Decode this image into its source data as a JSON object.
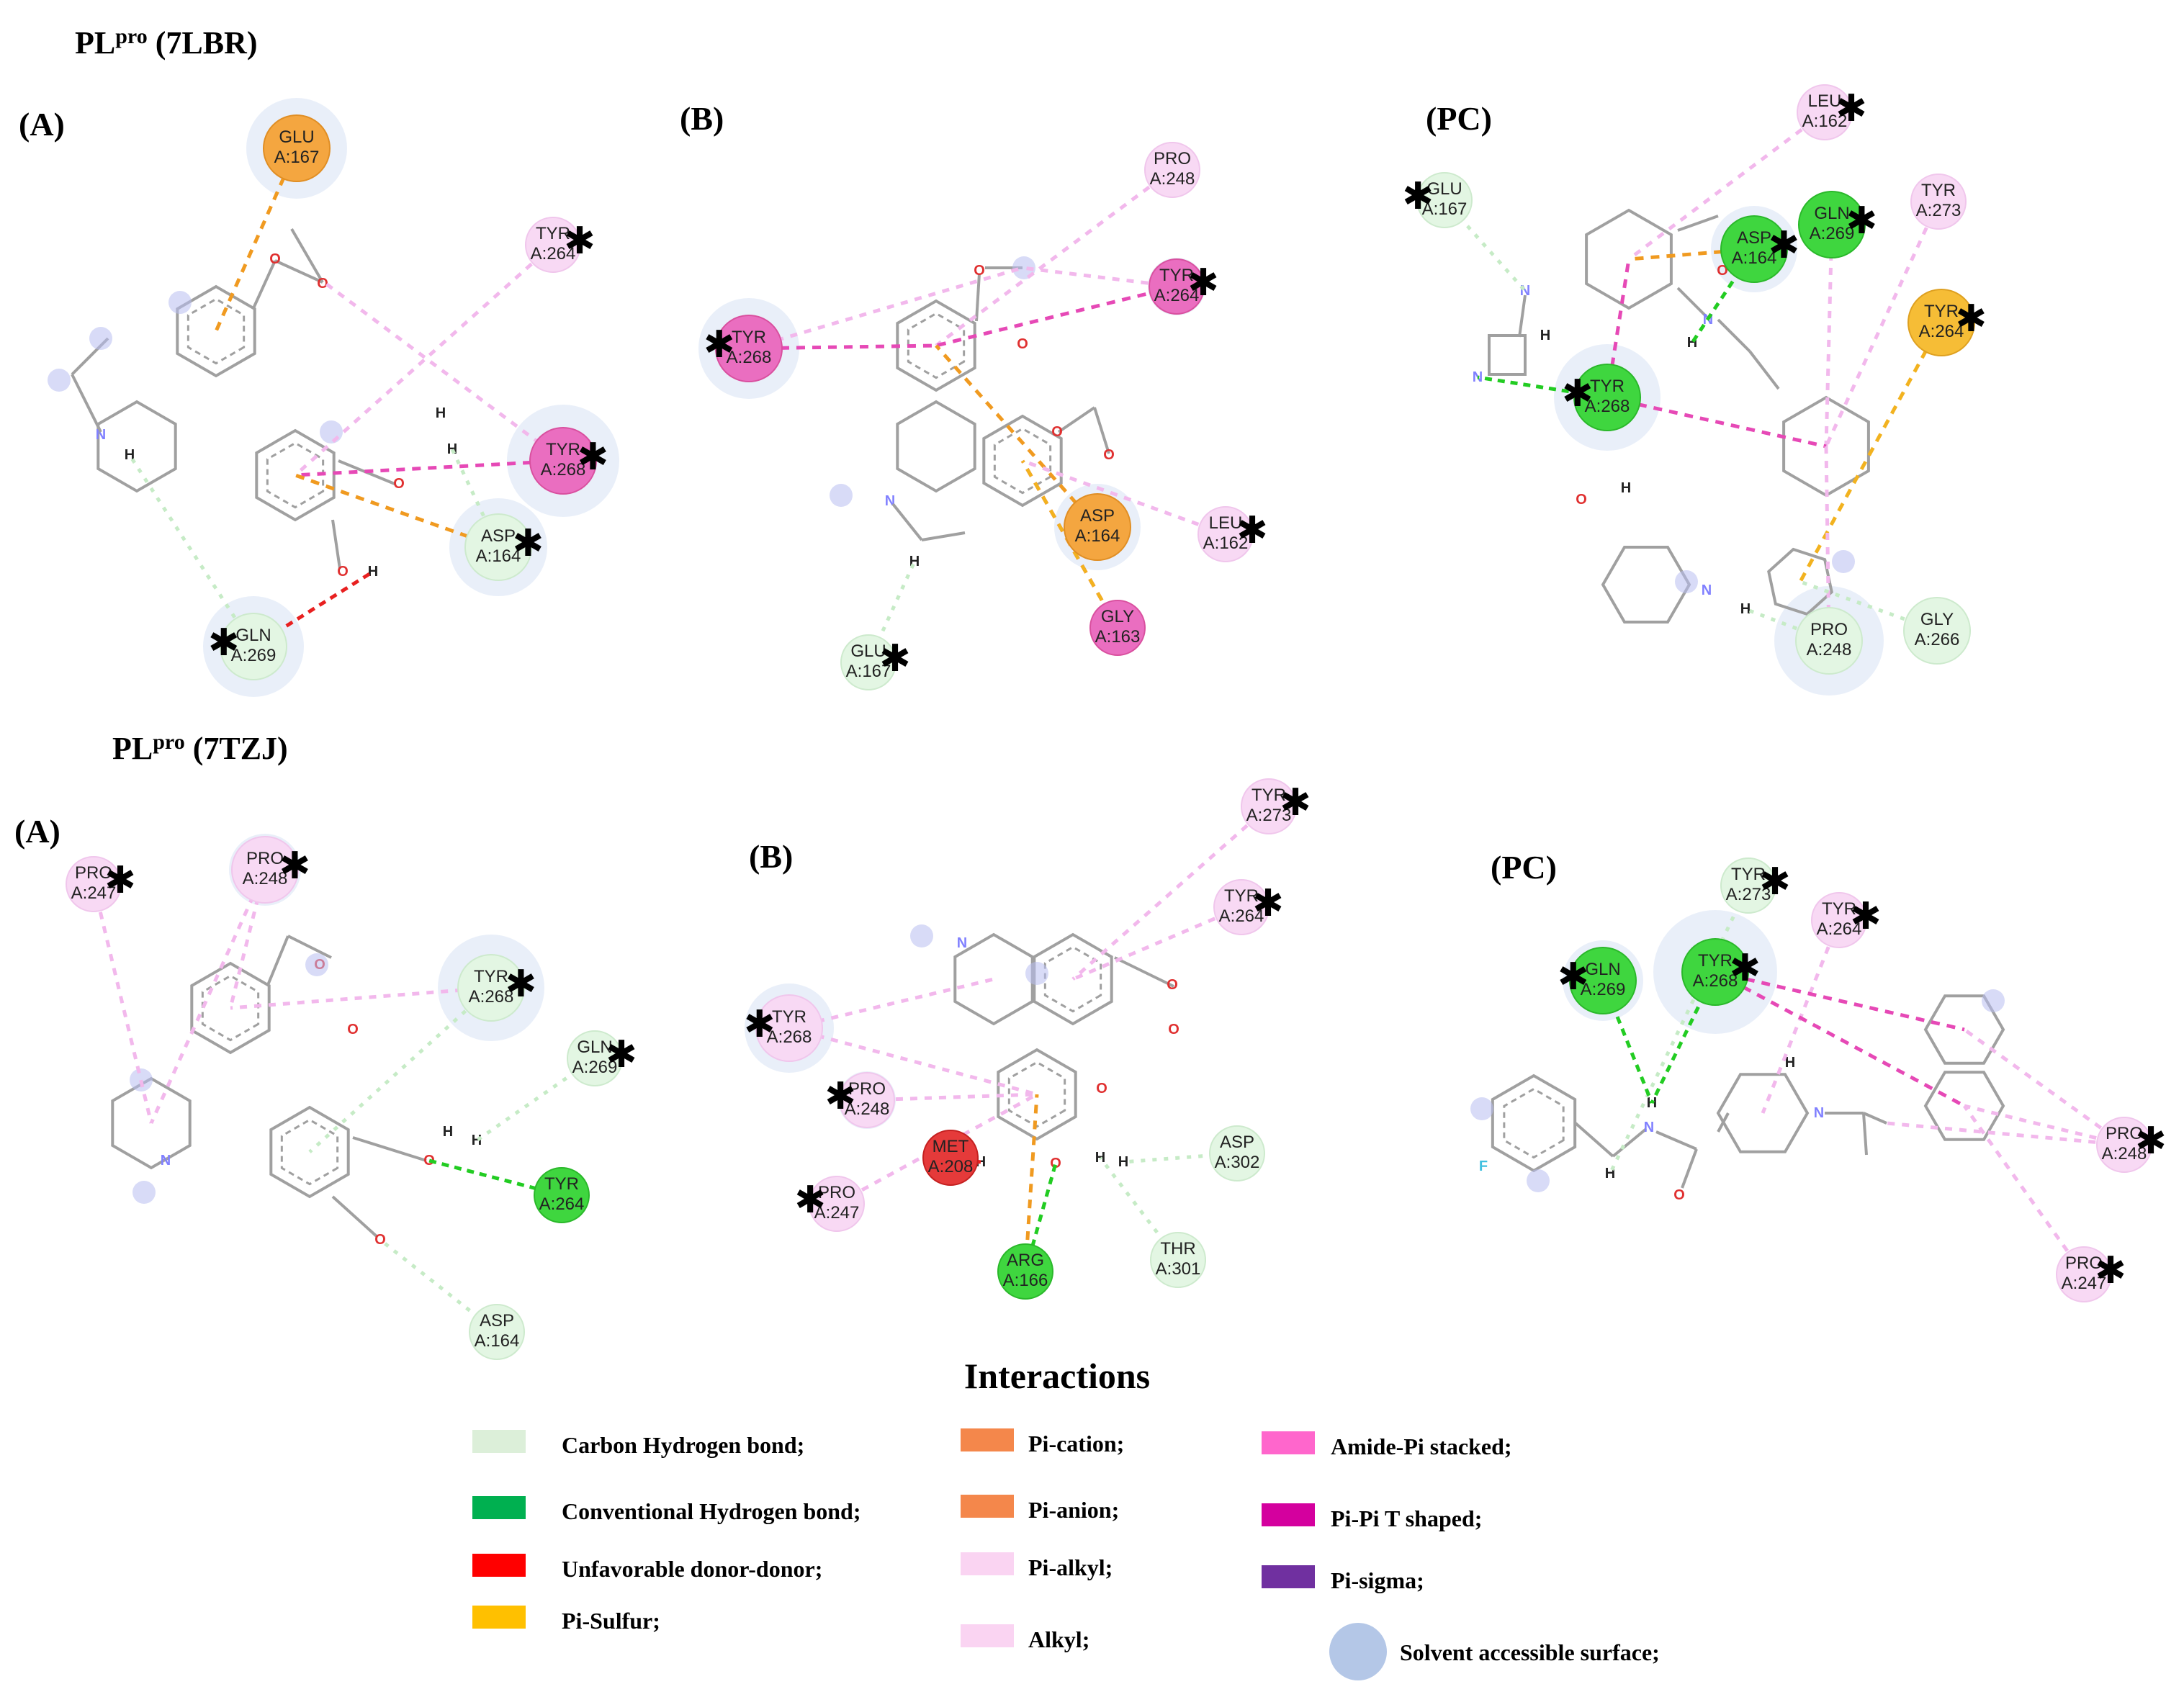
{
  "sections": [
    {
      "title_main": "PL",
      "title_sup": "pro",
      "title_rest": " (7LBR)"
    },
    {
      "title_main": "PL",
      "title_sup": "pro",
      "title_rest": " (7TZJ)"
    }
  ],
  "panels": [
    "(A)",
    "(B)",
    "(PC)",
    "(A)",
    "(B)",
    "(PC)"
  ],
  "residues": [
    {
      "name": "GLU",
      "id": "A:167",
      "kind": "pi-anion",
      "star": ""
    },
    {
      "name": "TYR",
      "id": "A:264",
      "kind": "pi-alkyl",
      "star": "right"
    },
    {
      "name": "TYR",
      "id": "A:268",
      "kind": "pi-pi",
      "star": "right"
    },
    {
      "name": "ASP",
      "id": "A:164",
      "kind": "carbon-h",
      "star": "right"
    },
    {
      "name": "GLN",
      "id": "A:269",
      "kind": "carbon-h",
      "star": "left"
    },
    {
      "name": "PRO",
      "id": "A:248",
      "kind": "pi-alkyl",
      "star": ""
    },
    {
      "name": "TYR",
      "id": "A:264",
      "kind": "pi-pi",
      "star": "right"
    },
    {
      "name": "TYR",
      "id": "A:268",
      "kind": "pi-pi",
      "star": "left"
    },
    {
      "name": "ASP",
      "id": "A:164",
      "kind": "pi-anion",
      "star": ""
    },
    {
      "name": "LEU",
      "id": "A:162",
      "kind": "pi-alkyl",
      "star": "right"
    },
    {
      "name": "GLY",
      "id": "A:163",
      "kind": "pi-pi",
      "star": ""
    },
    {
      "name": "GLU",
      "id": "A:167",
      "kind": "carbon-h",
      "star": "right"
    },
    {
      "name": "LEU",
      "id": "A:162",
      "kind": "pi-alkyl",
      "star": "right"
    },
    {
      "name": "GLU",
      "id": "A:167",
      "kind": "carbon-h",
      "star": "left"
    },
    {
      "name": "ASP",
      "id": "A:164",
      "kind": "conv-h",
      "star": "right"
    },
    {
      "name": "GLN",
      "id": "A:269",
      "kind": "conv-h",
      "star": "right"
    },
    {
      "name": "TYR",
      "id": "A:273",
      "kind": "pi-alkyl",
      "star": ""
    },
    {
      "name": "TYR",
      "id": "A:264",
      "kind": "pi-sulfur",
      "star": "right"
    },
    {
      "name": "TYR",
      "id": "A:268",
      "kind": "conv-h",
      "star": "left"
    },
    {
      "name": "PRO",
      "id": "A:248",
      "kind": "carbon-h",
      "star": ""
    },
    {
      "name": "GLY",
      "id": "A:266",
      "kind": "carbon-h",
      "star": ""
    },
    {
      "name": "PRO",
      "id": "A:247",
      "kind": "pi-alkyl",
      "star": "right"
    },
    {
      "name": "PRO",
      "id": "A:248",
      "kind": "pi-alkyl",
      "star": "right"
    },
    {
      "name": "TYR",
      "id": "A:268",
      "kind": "carbon-h",
      "star": "right"
    },
    {
      "name": "GLN",
      "id": "A:269",
      "kind": "carbon-h",
      "star": "right"
    },
    {
      "name": "TYR",
      "id": "A:264",
      "kind": "conv-h",
      "star": ""
    },
    {
      "name": "ASP",
      "id": "A:164",
      "kind": "carbon-h",
      "star": ""
    },
    {
      "name": "TYR",
      "id": "A:273",
      "kind": "pi-alkyl",
      "star": "right"
    },
    {
      "name": "TYR",
      "id": "A:264",
      "kind": "pi-alkyl",
      "star": "right"
    },
    {
      "name": "TYR",
      "id": "A:268",
      "kind": "pi-alkyl",
      "star": "left"
    },
    {
      "name": "PRO",
      "id": "A:248",
      "kind": "pi-alkyl",
      "star": "left"
    },
    {
      "name": "PRO",
      "id": "A:247",
      "kind": "pi-alkyl",
      "star": "left"
    },
    {
      "name": "MET",
      "id": "A:208",
      "kind": "unfavorable",
      "star": ""
    },
    {
      "name": "ARG",
      "id": "A:166",
      "kind": "conv-h",
      "star": ""
    },
    {
      "name": "ASP",
      "id": "A:302",
      "kind": "carbon-h",
      "star": ""
    },
    {
      "name": "THR",
      "id": "A:301",
      "kind": "carbon-h",
      "star": ""
    },
    {
      "name": "TYR",
      "id": "A:273",
      "kind": "carbon-h",
      "star": "right"
    },
    {
      "name": "TYR",
      "id": "A:264",
      "kind": "pi-alkyl",
      "star": "right"
    },
    {
      "name": "GLN",
      "id": "A:269",
      "kind": "conv-h",
      "star": "left"
    },
    {
      "name": "TYR",
      "id": "A:268",
      "kind": "conv-h",
      "star": "right"
    },
    {
      "name": "PRO",
      "id": "A:248",
      "kind": "pi-alkyl",
      "star": "right"
    },
    {
      "name": "PRO",
      "id": "A:247",
      "kind": "pi-alkyl",
      "star": "right"
    }
  ],
  "atoms": {
    "O": "O",
    "N": "N",
    "H": "H",
    "F": "F"
  },
  "legend": {
    "title": "Interactions",
    "items": [
      {
        "label": "Carbon Hydrogen bond;",
        "color": "#dcefd9",
        "shape": "rect"
      },
      {
        "label": "Conventional Hydrogen bond;",
        "color": "#00b050",
        "shape": "rect"
      },
      {
        "label": "Unfavorable donor-donor;",
        "color": "#ff0000",
        "shape": "rect"
      },
      {
        "label": "Pi-Sulfur;",
        "color": "#ffc000",
        "shape": "rect"
      },
      {
        "label": "Pi-cation;",
        "color": "#f4874b",
        "shape": "rect"
      },
      {
        "label": "Pi-anion;",
        "color": "#f4874b",
        "shape": "rect"
      },
      {
        "label": "Pi-alkyl;",
        "color": "#fad4f2",
        "shape": "rect"
      },
      {
        "label": "Alkyl;",
        "color": "#fad4f2",
        "shape": "rect"
      },
      {
        "label": "Amide-Pi stacked;",
        "color": "#ff66cc",
        "shape": "rect"
      },
      {
        "label": "Pi-Pi T shaped;",
        "color": "#d4009e",
        "shape": "rect"
      },
      {
        "label": "Pi-sigma;",
        "color": "#7030a0",
        "shape": "rect"
      },
      {
        "label": "Solvent accessible surface;",
        "color": "#b4c7e7",
        "shape": "circle"
      }
    ]
  },
  "colors": {
    "carbon-h": "#dcf5dc",
    "conv-h": "#33cc33",
    "pi-alkyl": "#f7d3f3",
    "pi-pi": "#e65cb4",
    "pi-anion": "#f4a23a",
    "pi-sulfur": "#f5b730",
    "unfavorable": "#e83a3a",
    "bond": "#a0a0a0"
  }
}
